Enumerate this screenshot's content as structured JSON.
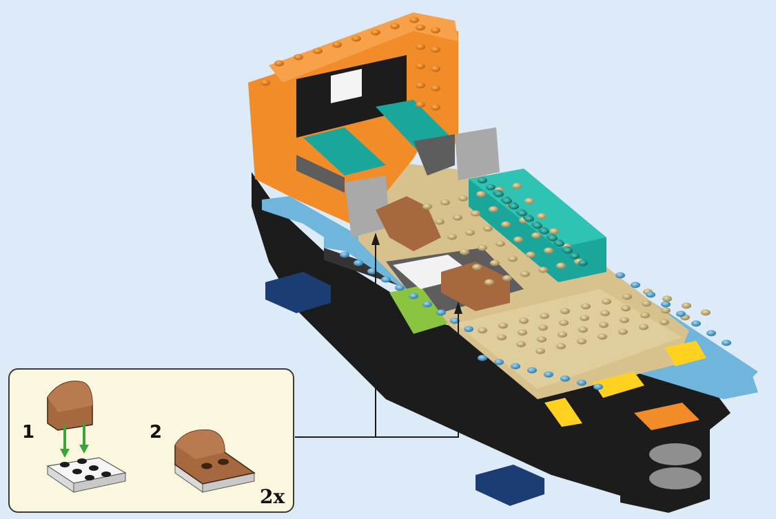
{
  "callout": {
    "steps": [
      {
        "number": "1"
      },
      {
        "number": "2"
      }
    ],
    "quantity": "2x"
  },
  "colors": {
    "background": "#dcebf7",
    "orange": "#f28c28",
    "teal": "#1aa69a",
    "tan": "#d7c28e",
    "reddish_brown": "#a5683f",
    "medium_azure": "#6fb5dc",
    "dark_gray": "#5d5d5d",
    "light_gray": "#a9a9a9",
    "black": "#1c1c1c",
    "lime": "#8bc53f",
    "yellow": "#ffd21f",
    "dark_blue": "#1c3d73",
    "arrow_green": "#3aa33a"
  }
}
